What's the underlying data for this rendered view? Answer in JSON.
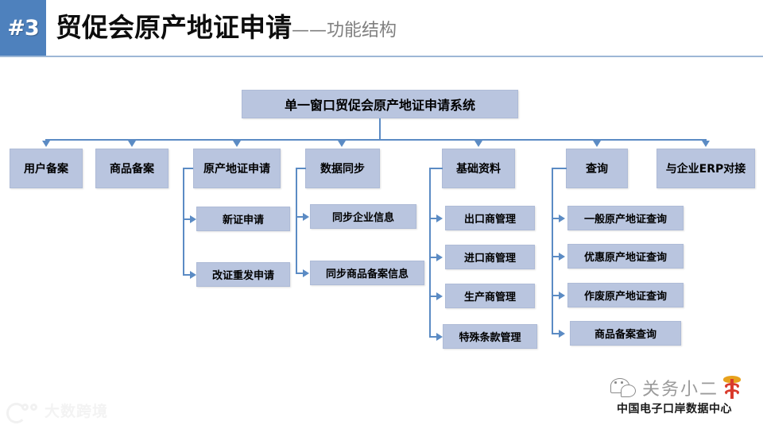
{
  "header": {
    "badge": "#3",
    "title": "贸促会原产地证申请",
    "subtitle": "——功能结构"
  },
  "diagram": {
    "root": "单一窗口贸促会原产地证申请系统",
    "level1": [
      "用户备案",
      "商品备案",
      "原产地证申请",
      "数据同步",
      "基础资料",
      "查询",
      "与企业ERP对接"
    ],
    "children_yuanchandi": [
      "新证申请",
      "改证重发申请"
    ],
    "children_shujutongbu": [
      "同步企业信息",
      "同步商品备案信息"
    ],
    "children_jichuziliao": [
      "出口商管理",
      "进口商管理",
      "生产商管理",
      "特殊条款管理"
    ],
    "children_chaxun": [
      "一般原产地证查询",
      "优惠原产地证查询",
      "作废原产地证查询",
      "商品备案查询"
    ]
  },
  "footer": {
    "watermark": "大数跨境",
    "brand_name": "关务小二",
    "brand_sub": "中国电子口岸数据中心"
  },
  "colors": {
    "header_badge": "#4E81BD",
    "node_fill": "#B9C5DF",
    "connector": "#5B8BC4",
    "subtitle": "#7F7F7F"
  }
}
